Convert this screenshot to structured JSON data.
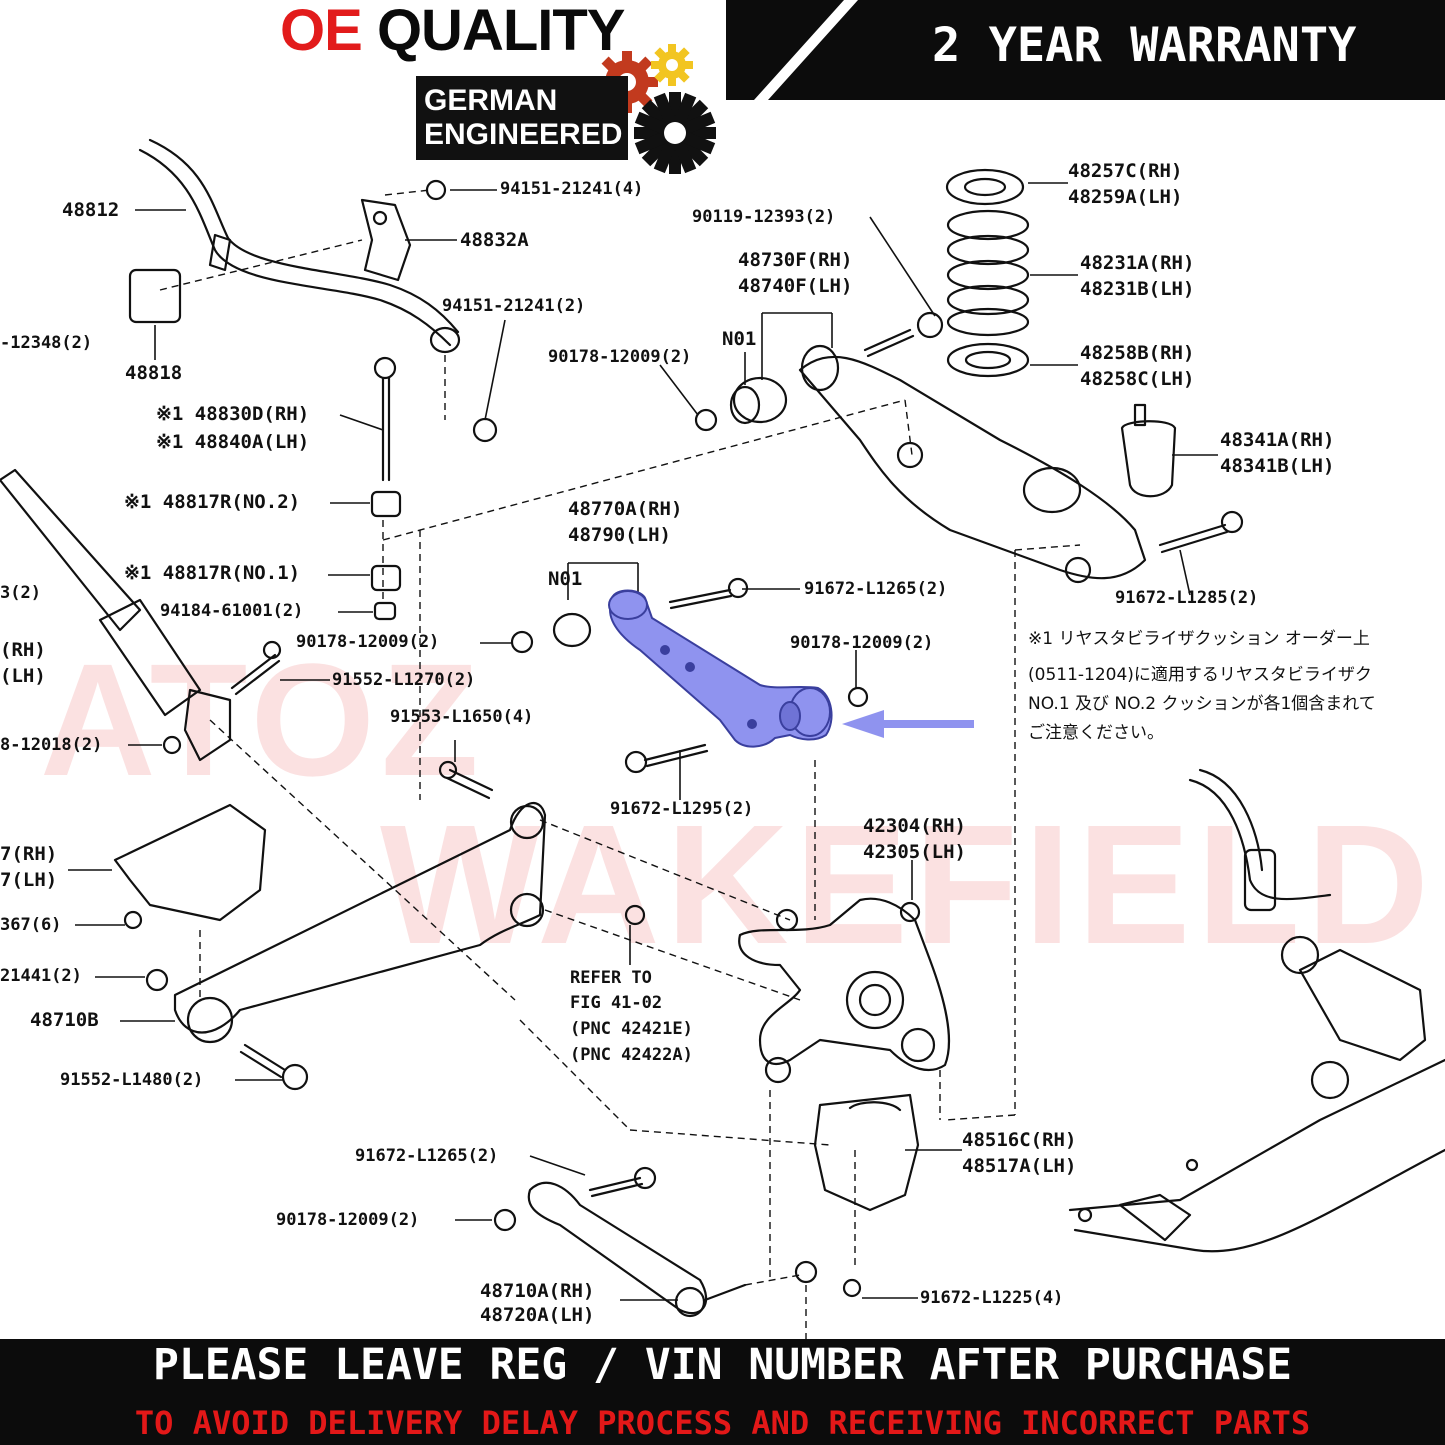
{
  "header": {
    "oe_prefix": "OE",
    "oe_suffix": "QUALITY",
    "badge_line1": "GERMAN",
    "badge_line2": "ENGINEERED",
    "warranty": "2 YEAR WARRANTY"
  },
  "watermark": {
    "line1": "ATOZ",
    "line2": "WAKEFIELD"
  },
  "part_labels": [
    "48812",
    "94151-21241(4)",
    "48832A",
    "48818",
    "94151-21241(2)",
    "-12348(2)",
    "※1 48830D(RH)",
    "※1 48840A(LH)",
    "※1 48817R(NO.2)",
    "※1 48817R(NO.1)",
    "94184-61001(2)",
    "90178-12009(2)",
    "91552-L1270(2)",
    "3(2)",
    "(RH)",
    "(LH)",
    "8-12018(2)",
    "91553-L1650(4)",
    "90119-12393(2)",
    "48730F(RH)",
    "48740F(LH)",
    "N01",
    "90178-12009(2)",
    "48257C(RH)",
    "48259A(LH)",
    "48231A(RH)",
    "48231B(LH)",
    "48258B(RH)",
    "48258C(LH)",
    "48341A(RH)",
    "48341B(LH)",
    "91672-L1285(2)",
    "48770A(RH)",
    "48790(LH)",
    "N01",
    "91672-L1265(2)",
    "90178-12009(2)",
    "91672-L1295(2)",
    "42304(RH)",
    "42305(LH)",
    "REFER TO",
    "FIG 41-02",
    "(PNC 42421E)",
    "(PNC 42422A)",
    "7(RH)",
    "7(LH)",
    "367(6)",
    "21441(2)",
    "48710B",
    "91552-L1480(2)",
    "48516C(RH)",
    "48517A(LH)",
    "91672-L1265(2)",
    "90178-12009(2)",
    "48710A(RH)",
    "48720A(LH)",
    "91672-L1225(4)"
  ],
  "note": {
    "line1": "※1 リヤスタビライザクッション オーダー上",
    "line2": "(0511-1204)に適用するリヤスタビライザク",
    "line3": "NO.1 及び NO.2 クッションが各1個含まれて",
    "line4": "ご注意ください。"
  },
  "footer": {
    "main": "PLEASE LEAVE REG / VIN NUMBER AFTER PURCHASE",
    "sub": "TO AVOID DELIVERY DELAY PROCESS AND RECEIVING INCORRECT PARTS"
  },
  "colors": {
    "highlight_part": "#8f93ef",
    "arrow": "#8f93ef",
    "oe_red": "#e21b1b",
    "footer_sub": "#e31818",
    "gear_red": "#c23a1e",
    "gear_yellow": "#f2c521"
  }
}
